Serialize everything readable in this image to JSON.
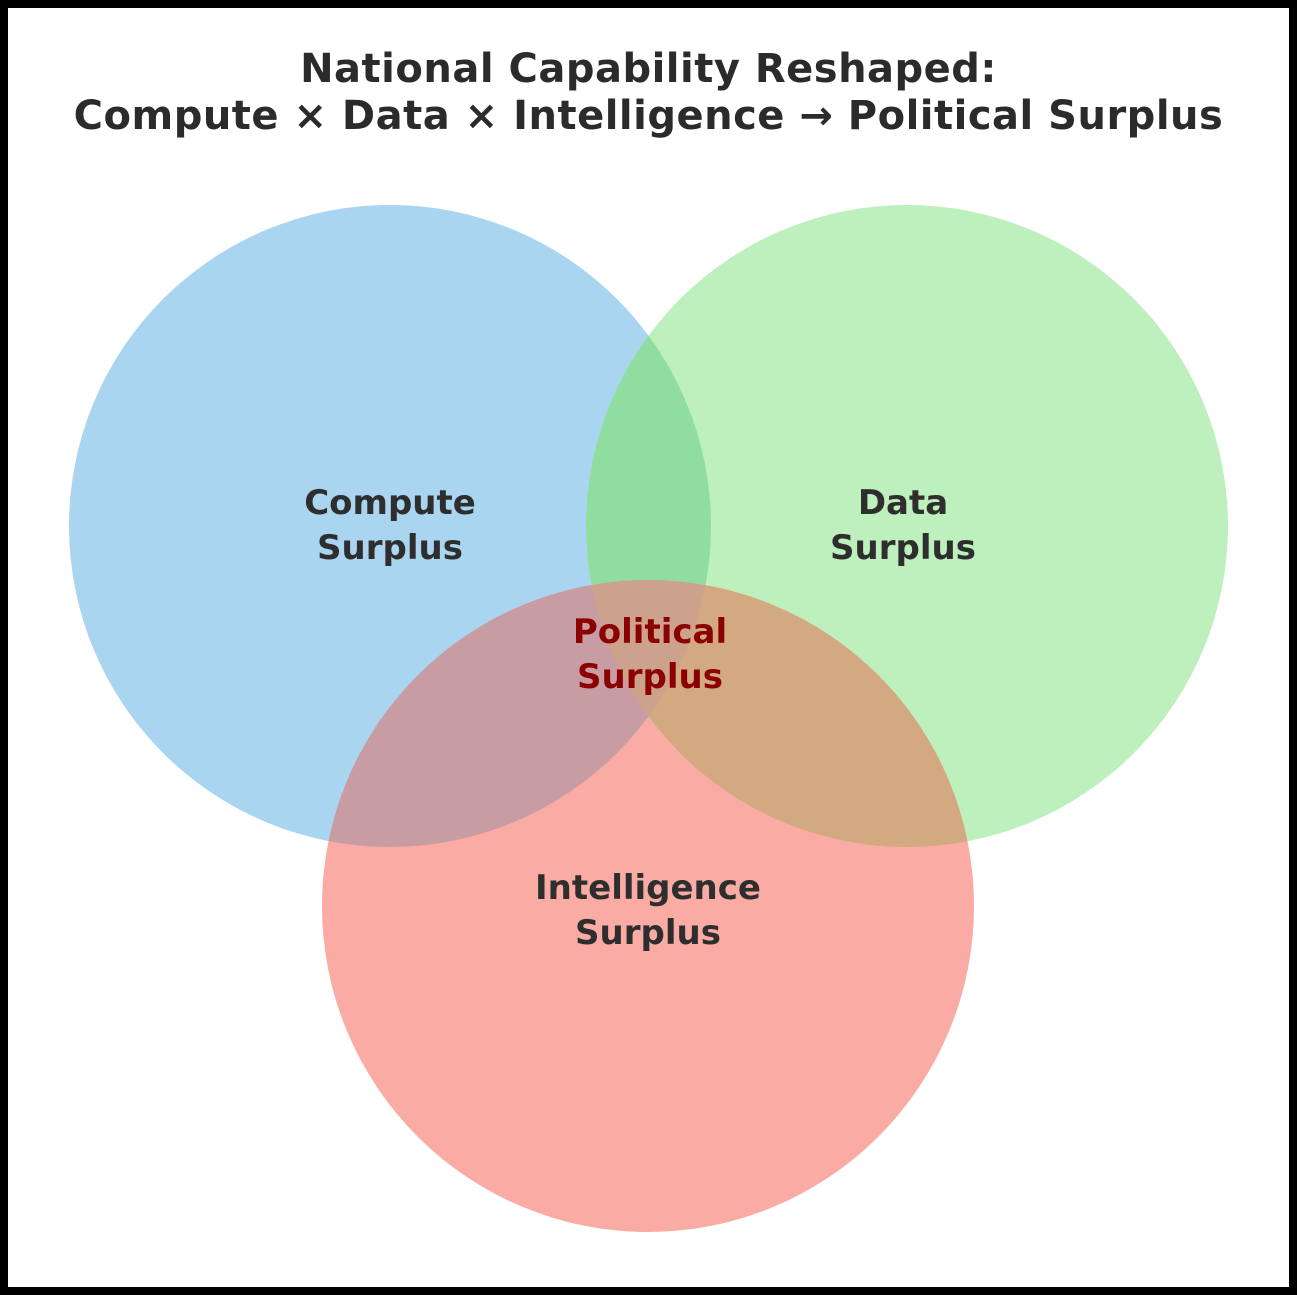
{
  "title": {
    "line1": "National Capability Reshaped:",
    "line2": "Compute × Data × Intelligence → Political Surplus"
  },
  "venn": {
    "sets": [
      {
        "name": "Compute Surplus",
        "label": "Compute\nSurplus",
        "region_color": "#a9d5f0"
      },
      {
        "name": "Data Surplus",
        "label": "Data\nSurplus",
        "region_color": "#bdf0bc"
      },
      {
        "name": "Intelligence Surplus",
        "label": "Intelligence\nSurplus",
        "region_color": "#faaba3"
      }
    ],
    "overlaps": {
      "compute_data": "#90de9f",
      "compute_intelligence": "#c79da3",
      "data_intelligence": "#d3a981",
      "center": "#cda28c"
    },
    "center_label": "Political\nSurplus"
  },
  "colors": {
    "background": "#ffffff",
    "frame_border": "#000000",
    "title_text": "#2b2b2b",
    "set_label_text": "#2e2e2e",
    "center_label_text": "#8b0000"
  }
}
